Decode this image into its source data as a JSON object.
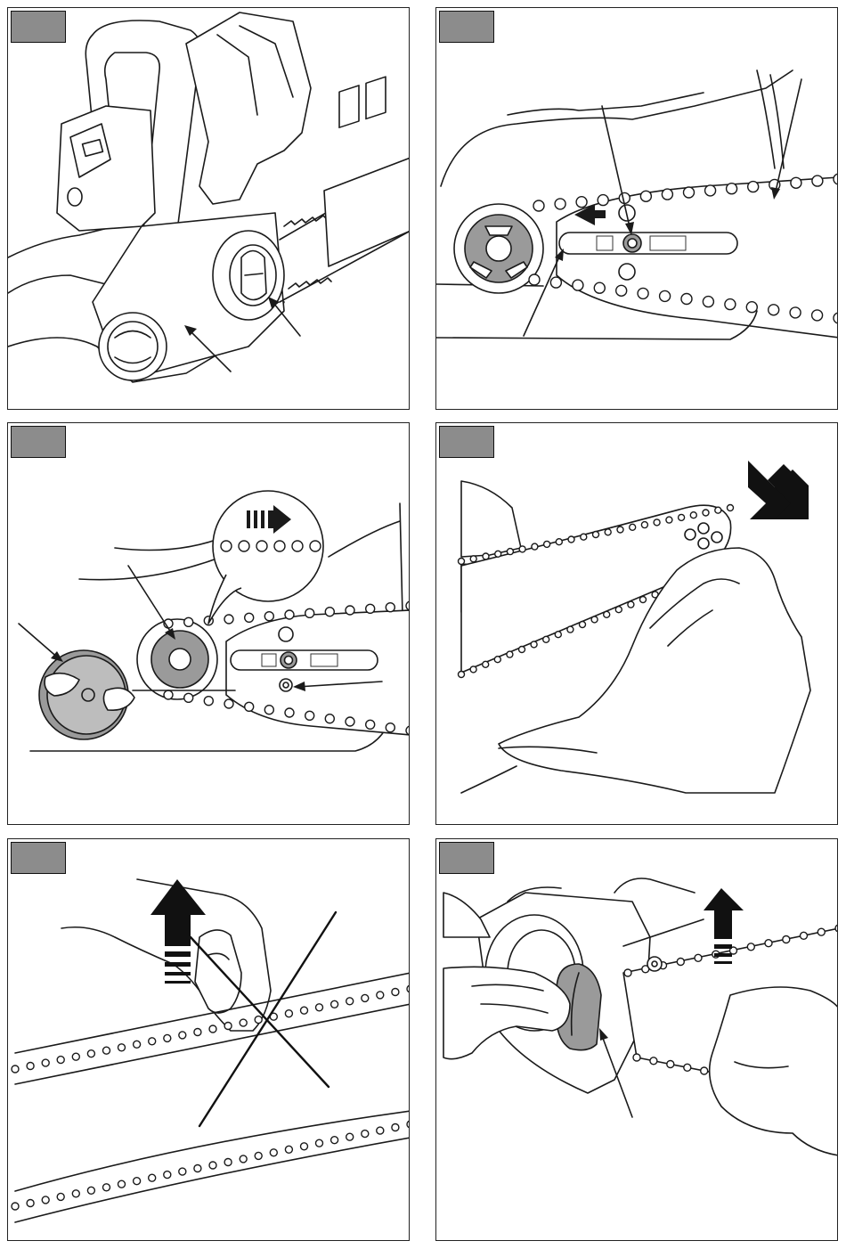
{
  "page": {
    "panels": [
      {
        "id": "panel-1",
        "step_label": "",
        "description": "sprocket-cover-and-tension-knob"
      },
      {
        "id": "panel-2",
        "step_label": "",
        "description": "chain-on-guide-bar-push-bar"
      },
      {
        "id": "panel-3",
        "step_label": "",
        "description": "chain-direction-and-sprocket-cover"
      },
      {
        "id": "panel-4",
        "step_label": "",
        "description": "wipe-guide-bar-with-cloth"
      },
      {
        "id": "panel-5",
        "step_label": "",
        "description": "do-not-lift-chain"
      },
      {
        "id": "panel-6",
        "step_label": "",
        "description": "lift-bar-tighten-knob"
      }
    ]
  },
  "colors": {
    "tag_fill": "#8c8c8c",
    "line": "#1a1a1a",
    "knob_gray": "#9a9a9a",
    "background": "#ffffff"
  },
  "icons": [
    "arrow-icon",
    "direction-arrow-icon",
    "push-arrow-icon",
    "lift-arrow-icon",
    "prohibited-cross-icon"
  ]
}
